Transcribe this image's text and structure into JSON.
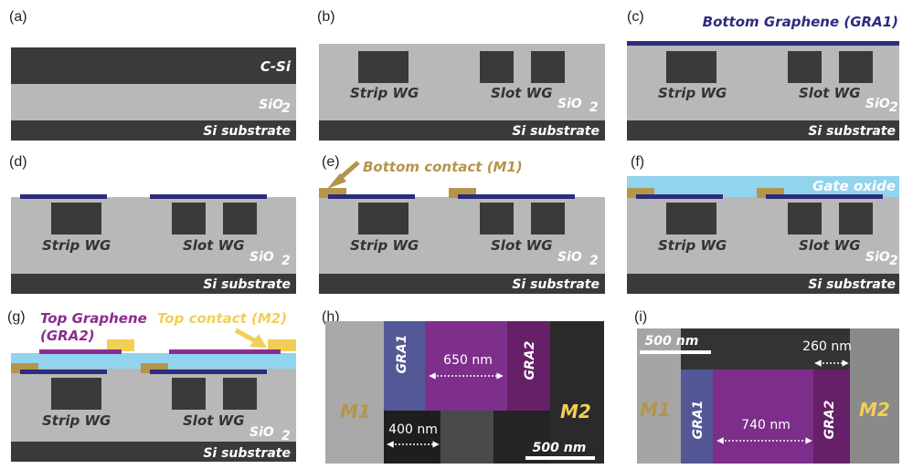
{
  "panels": {
    "a": {
      "label": "(a)",
      "layer_top": "C-Si",
      "oxide": "SiO",
      "oxide_sub": "2",
      "substrate": "Si substrate"
    },
    "b": {
      "label": "(b)",
      "strip": "Strip WG",
      "slot": "Slot WG",
      "oxide": "SiO",
      "oxide_sub": "2",
      "substrate": "Si substrate"
    },
    "c": {
      "label": "(c)",
      "title": "Bottom Graphene (GRA1)",
      "strip": "Strip WG",
      "slot": "Slot WG",
      "oxide": "SiO",
      "oxide_sub": "2",
      "substrate": "Si substrate"
    },
    "d": {
      "label": "(d)",
      "strip": "Strip WG",
      "slot": "Slot WG",
      "oxide": "SiO",
      "oxide_sub": "2",
      "substrate": "Si substrate"
    },
    "e": {
      "label": "(e)",
      "title": "Bottom contact (M1)",
      "strip": "Strip WG",
      "slot": "Slot WG",
      "oxide": "SiO",
      "oxide_sub": "2",
      "substrate": "Si substrate"
    },
    "f": {
      "label": "(f)",
      "gate": "Gate oxide",
      "strip": "Strip WG",
      "slot": "Slot WG",
      "oxide": "SiO",
      "oxide_sub": "2",
      "substrate": "Si substrate"
    },
    "g": {
      "label": "(g)",
      "top_graphene_1": "Top Graphene",
      "top_graphene_2": "(GRA2)",
      "top_contact": "Top contact (M2)",
      "strip": "Strip WG",
      "slot": "Slot WG",
      "oxide": "SiO",
      "oxide_sub": "2",
      "substrate": "Si substrate"
    },
    "h": {
      "label": "(h)",
      "gra1": "GRA1",
      "gra2": "GRA2",
      "dim1": "650 nm",
      "dim2": "400 nm",
      "m1": "M1",
      "m2": "M2",
      "scale": "500 nm"
    },
    "i": {
      "label": "(i)",
      "gra1": "GRA1",
      "gra2": "GRA2",
      "dim1": "740 nm",
      "dim2": "260 nm",
      "m1": "M1",
      "m2": "M2",
      "scale": "500 nm"
    }
  },
  "colors": {
    "silicon": "#3a3a3a",
    "oxide": "#b8b8b8",
    "graphene_bottom": "#2e2c7d",
    "graphene_top": "#8b2c8f",
    "contact_bottom": "#b49549",
    "contact_top": "#f1cf56",
    "gate_oxide": "#92d3ee"
  }
}
